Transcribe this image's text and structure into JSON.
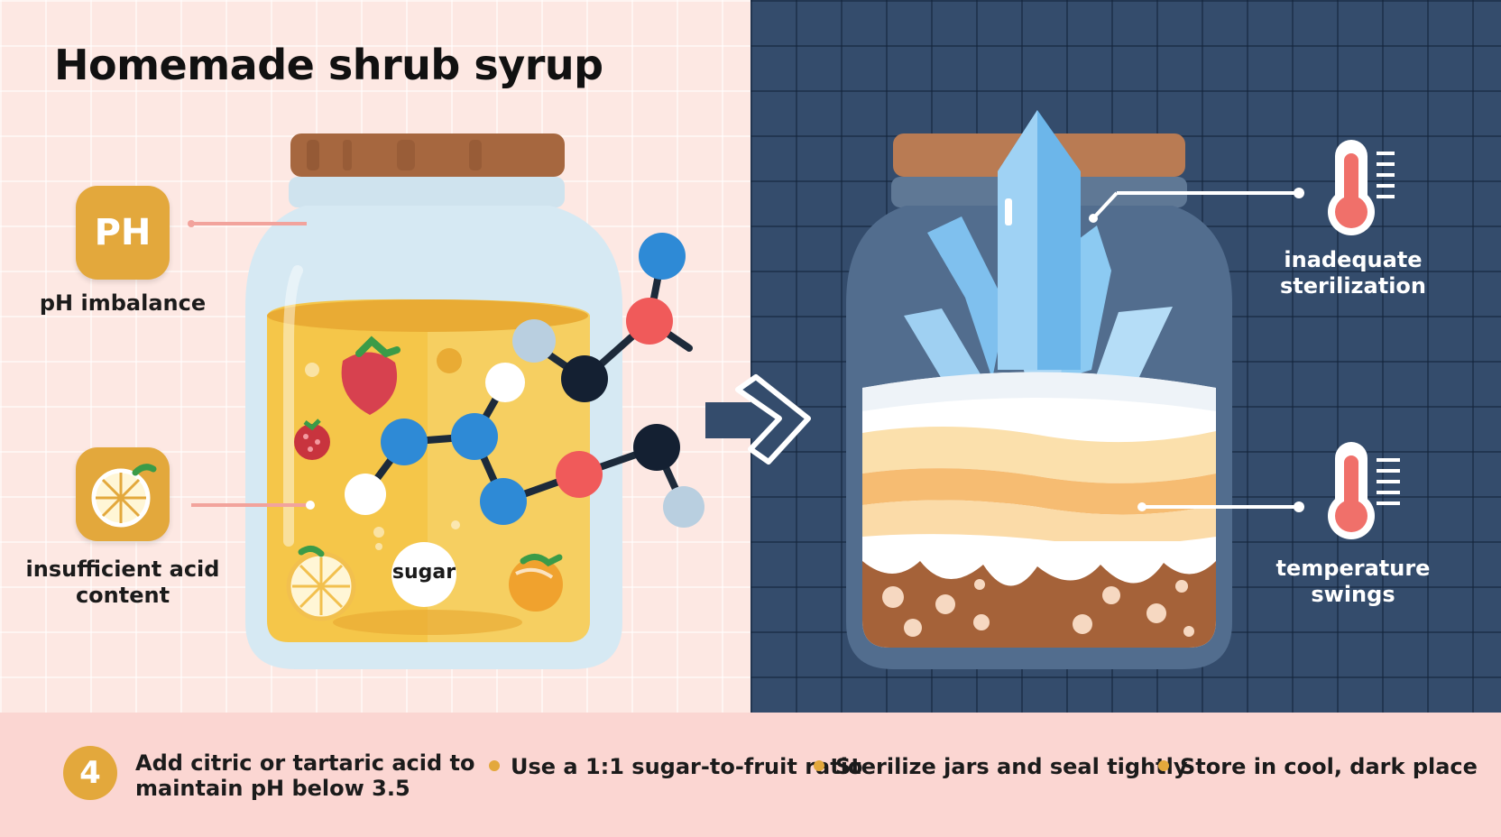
{
  "title": "Homemade shrub syrup",
  "left_labels": {
    "ph_badge": "PH",
    "ph_imbalance": "pH imbalance",
    "insufficient_acid_line1": "insufficient acid",
    "insufficient_acid_line2": "content",
    "sugar_tag": "sugar"
  },
  "right_labels": {
    "sterilization_line1": "inadequate",
    "sterilization_line2": "sterilization",
    "temperature_line1": "temperature",
    "temperature_line2": "swings"
  },
  "bottom": {
    "step_number": "4",
    "step_line1": "Add citric or tartaric acid to",
    "step_line2": "maintain pH below 3.5",
    "tips": [
      "Use a 1:1 sugar-to-fruit ratio",
      "Sterilize jars and seal tightly",
      "Store in cool, dark place"
    ]
  },
  "colors": {
    "accent": "#e3a83c",
    "left_background": "#fde8e3",
    "right_background": "#344c6c",
    "bottom_bar": "#fbd6d2",
    "syrup": "#f2c04e",
    "thermometer_red": "#f0706a"
  },
  "icons": {
    "acid": "lemon-slice-icon",
    "thermometer": "thermometer-icon",
    "arrow": "chevron-right-arrow-icon"
  }
}
